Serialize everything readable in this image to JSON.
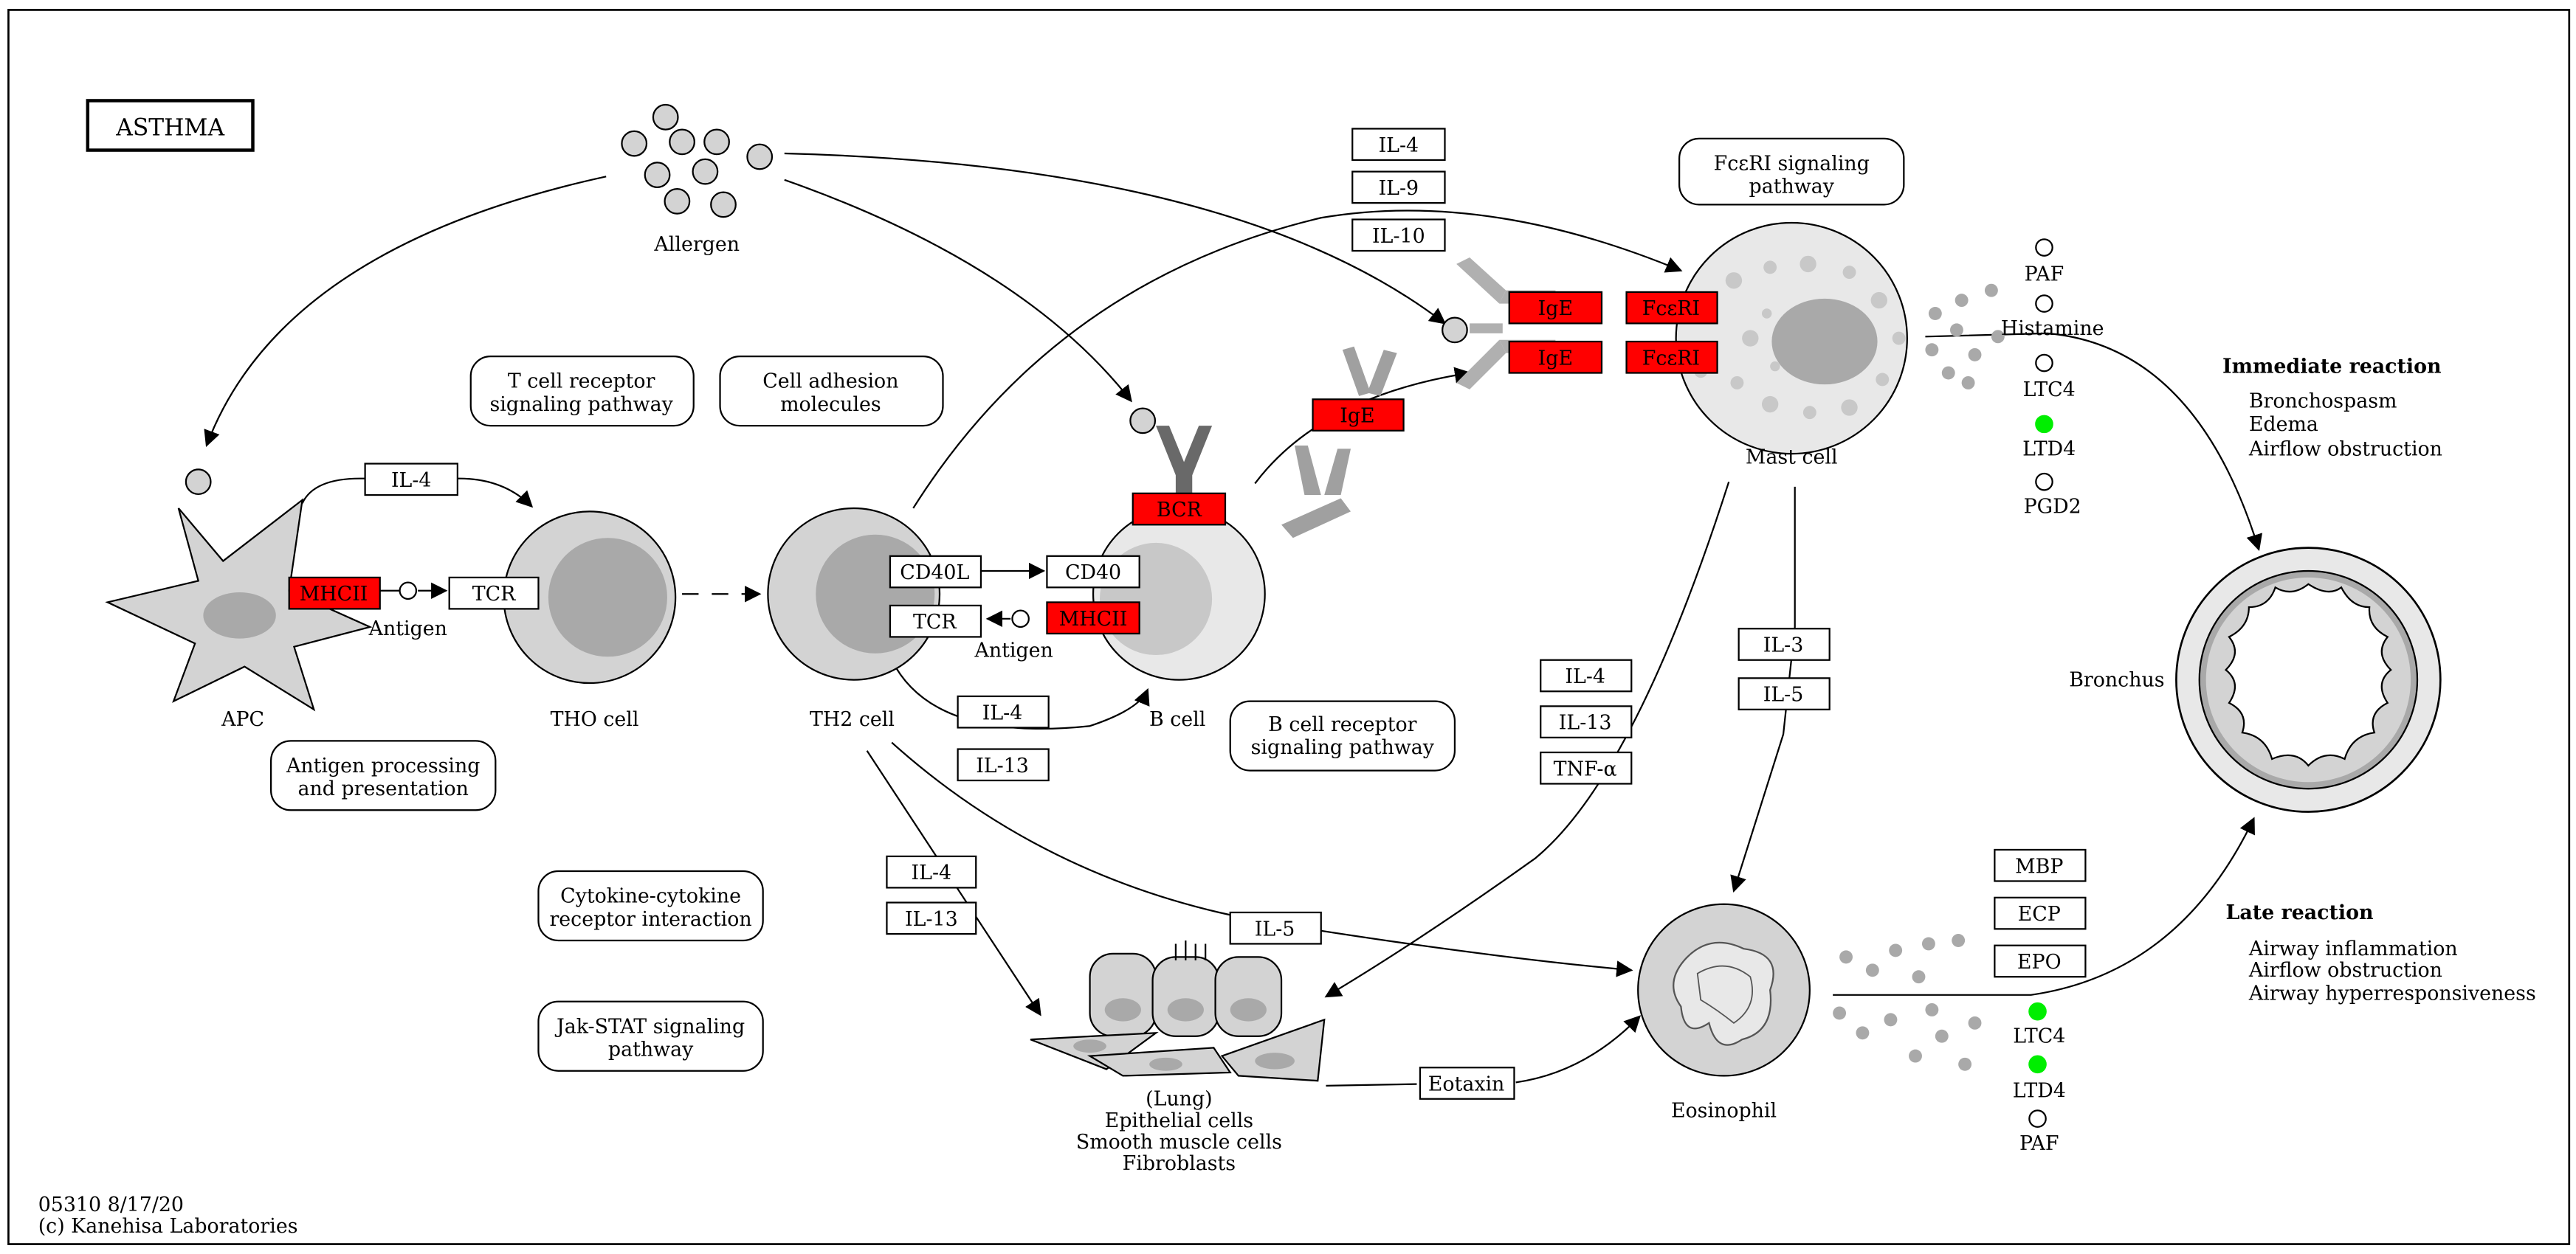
{
  "title": "ASTHMA",
  "footer": {
    "line1": "05310 8/17/20",
    "line2": "(c) Kanehisa Laboratories"
  },
  "pathways": {
    "tcr": [
      "T cell receptor",
      "signaling pathway"
    ],
    "adhesion": [
      "Cell adhesion",
      "molecules"
    ],
    "fceri": [
      "FcεRI signaling",
      "pathway"
    ],
    "antigen": [
      "Antigen processing",
      "and presentation"
    ],
    "bcr": [
      "B cell receptor",
      "signaling pathway"
    ],
    "cytokine": [
      "Cytokine-cytokine",
      "receptor interaction"
    ],
    "jakstat": [
      "Jak-STAT signaling",
      "pathway"
    ]
  },
  "cells": {
    "allergen": "Allergen",
    "apc": "APC",
    "th0": "THO cell",
    "th2": "TH2 cell",
    "bcell": "B cell",
    "mast": "Mast cell",
    "eosinophil": "Eosinophil",
    "bronchus": "Bronchus",
    "lung": [
      "(Lung)",
      "Epithelial cells",
      "Smooth muscle cells",
      "Fibroblasts"
    ]
  },
  "genes": {
    "il4_top": "IL-4",
    "il9_top": "IL-9",
    "il10_top": "IL-10",
    "il4_apc": "IL-4",
    "tcr_th0": "TCR",
    "cd40l": "CD40L",
    "cd40": "CD40",
    "tcr_th2": "TCR",
    "il4_th2": "IL-4",
    "il13_th2": "IL-13",
    "il4_lung": "IL-4",
    "il13_lung": "IL-13",
    "il5_mid": "IL-5",
    "il4_mast": "IL-4",
    "il13_mast": "IL-13",
    "tnfa_mast": "TNF-α",
    "il3": "IL-3",
    "il5_mast": "IL-5",
    "mbp": "MBP",
    "ecp": "ECP",
    "epo": "EPO",
    "eotaxin": "Eotaxin"
  },
  "red_genes": {
    "mhcii_apc": "MHCII",
    "mhcii_b": "MHCII",
    "bcr": "BCR",
    "ige_free": "IgE",
    "ige1": "IgE",
    "ige2": "IgE",
    "fceri1": "FcεRI",
    "fceri2": "FcεRI"
  },
  "small_labels": {
    "antigen_apc": "Antigen",
    "antigen_b": "Antigen"
  },
  "mediators_mast": {
    "paf": "PAF",
    "histamine": "Histamine",
    "ltc4": "LTC4",
    "ltd4": "LTD4",
    "pgd2": "PGD2"
  },
  "mediators_eos": {
    "ltc4": "LTC4",
    "ltd4": "LTD4",
    "paf": "PAF"
  },
  "immediate": {
    "heading": "Immediate reaction",
    "items": [
      "Bronchospasm",
      "Edema",
      "Airflow obstruction"
    ]
  },
  "late": {
    "heading": "Late reaction",
    "items": [
      "Airway inflammation",
      "Airflow obstruction",
      "Airway hyperresponsiveness"
    ]
  },
  "colors": {
    "red_gene": "#ff0000",
    "highlight_green": "#00ee00",
    "cell_gray": "#d3d3d3",
    "nucleus_gray": "#a9a9a9"
  }
}
